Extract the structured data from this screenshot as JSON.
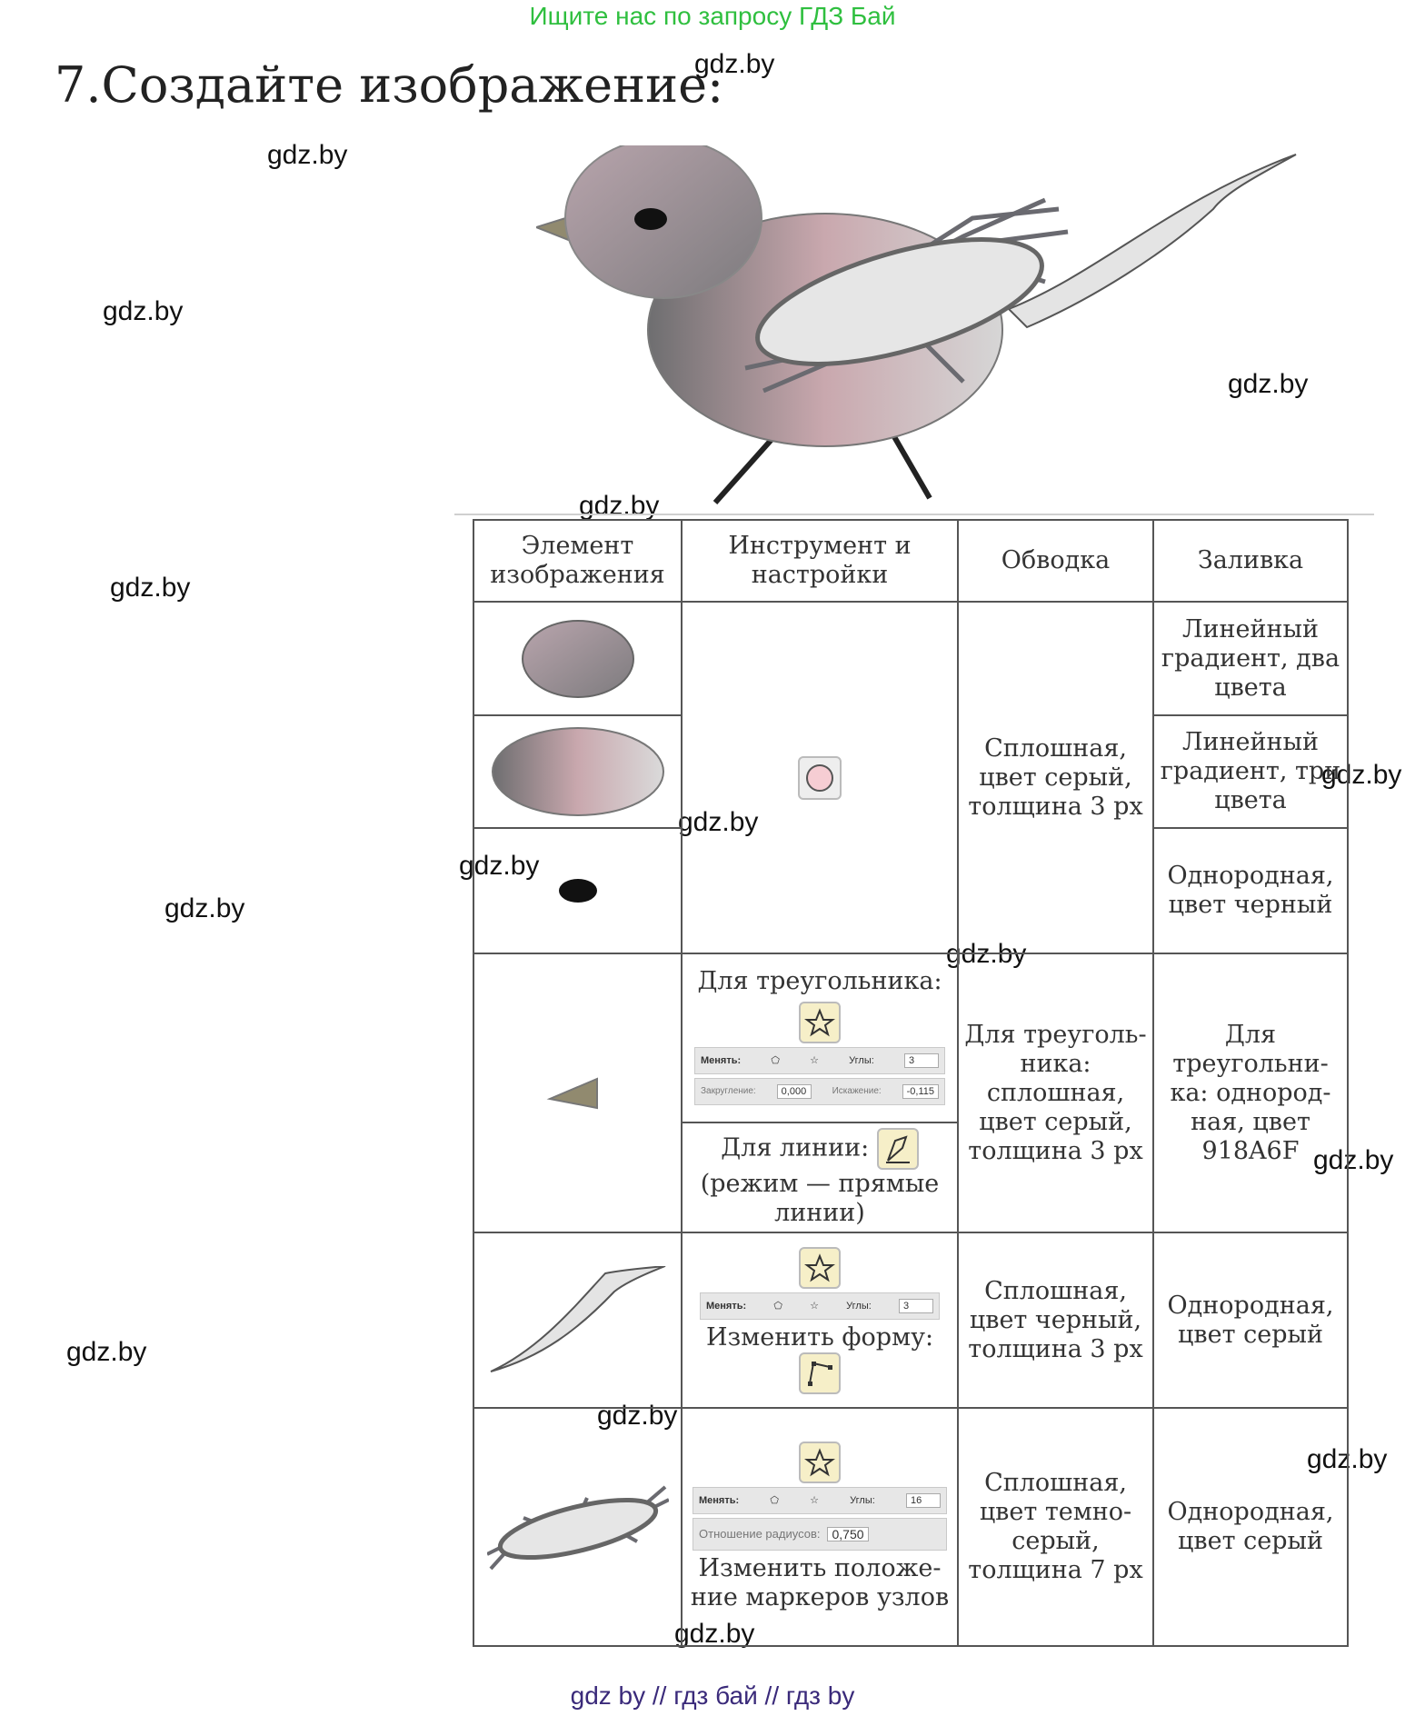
{
  "banner": "Ищите нас по запросу ГДЗ Бай",
  "heading": "7.Создайте изображение:",
  "watermark": "gdz.by",
  "footer": "gdz by  //  гдз бай  //  гдз by",
  "colors": {
    "banner": "#2fbf3f",
    "footer": "#3a2a7a",
    "beak_fill": "#918A6F"
  },
  "table": {
    "headers": [
      "Элемент изображения",
      "Инструмент и настройки",
      "Обводка",
      "Заливка"
    ],
    "rows": [
      {
        "element_icon": "ellipse-gradient-head-icon",
        "fill": "Линейный градиент, два цвета"
      },
      {
        "element_icon": "ellipse-gradient-body-icon",
        "fill": "Линейный градиент, три цвета"
      },
      {
        "element_icon": "ellipse-black-eye-icon",
        "fill": "Однородная, цвет черный"
      }
    ],
    "ellipse_tool_icon": "ellipse-tool-icon",
    "ellipse_stroke": "Сплошная, цвет серый, толщина 3 px",
    "beak": {
      "element_icon": "triangle-beak-icon",
      "triangle_label": "Для треугольника:",
      "line_label": "Для линии:",
      "line_mode": "(режим — прямые линии)",
      "toolbar1": {
        "change": "Менять:",
        "corners_label": "Углы:",
        "corners": "3"
      },
      "toolbar2": {
        "rounding_label": "Закругление:",
        "rounding": "0,000",
        "distortion_label": "Искажение:",
        "distortion": "-0,115"
      },
      "stroke": "Для треуголь-ника: сплошная, цвет серый, толщина 3 px",
      "fill": "Для треугольни-ка: однород-ная, цвет 918A6F"
    },
    "tail": {
      "element_icon": "tail-shape-icon",
      "toolbar": {
        "change": "Менять:",
        "corners_label": "Углы:",
        "corners": "3"
      },
      "edit_label": "Изменить форму:",
      "stroke": "Сплошная, цвет черный, толщина 3 px",
      "fill": "Однородная, цвет серый"
    },
    "wing": {
      "element_icon": "wing-star-shape-icon",
      "toolbar": {
        "change": "Менять:",
        "corners_label": "Углы:",
        "corners": "16"
      },
      "ratio_label": "Отношение радиусов:",
      "ratio": "0,750",
      "edit_label": "Изменить положе-ние маркеров узлов",
      "stroke": "Сплошная, цвет темно-серый, толщина 7 px",
      "fill": "Однородная, цвет серый"
    }
  }
}
